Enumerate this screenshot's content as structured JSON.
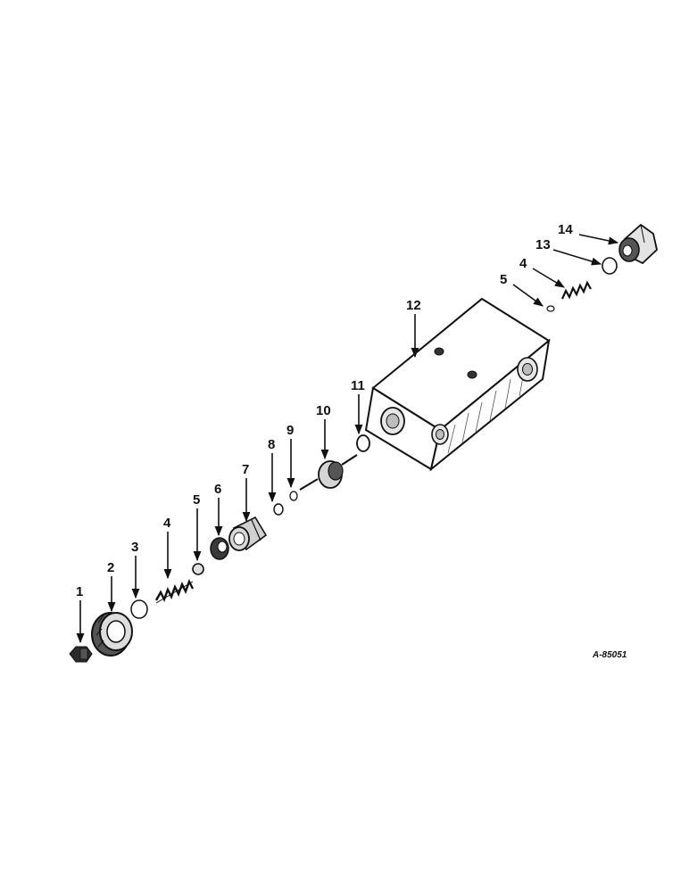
{
  "diagram": {
    "callouts": [
      {
        "id": "c1",
        "label": "1"
      },
      {
        "id": "c2",
        "label": "2"
      },
      {
        "id": "c3",
        "label": "3"
      },
      {
        "id": "c4a",
        "label": "4"
      },
      {
        "id": "c5a",
        "label": "5"
      },
      {
        "id": "c6",
        "label": "6"
      },
      {
        "id": "c7",
        "label": "7"
      },
      {
        "id": "c8",
        "label": "8"
      },
      {
        "id": "c9",
        "label": "9"
      },
      {
        "id": "c10",
        "label": "10"
      },
      {
        "id": "c11",
        "label": "11"
      },
      {
        "id": "c12",
        "label": "12"
      },
      {
        "id": "c5b",
        "label": "5"
      },
      {
        "id": "c4b",
        "label": "4"
      },
      {
        "id": "c13",
        "label": "13"
      },
      {
        "id": "c14",
        "label": "14"
      }
    ],
    "reference_code": "A-85051"
  },
  "colors": {
    "ink": "#111111",
    "background": "#ffffff"
  }
}
